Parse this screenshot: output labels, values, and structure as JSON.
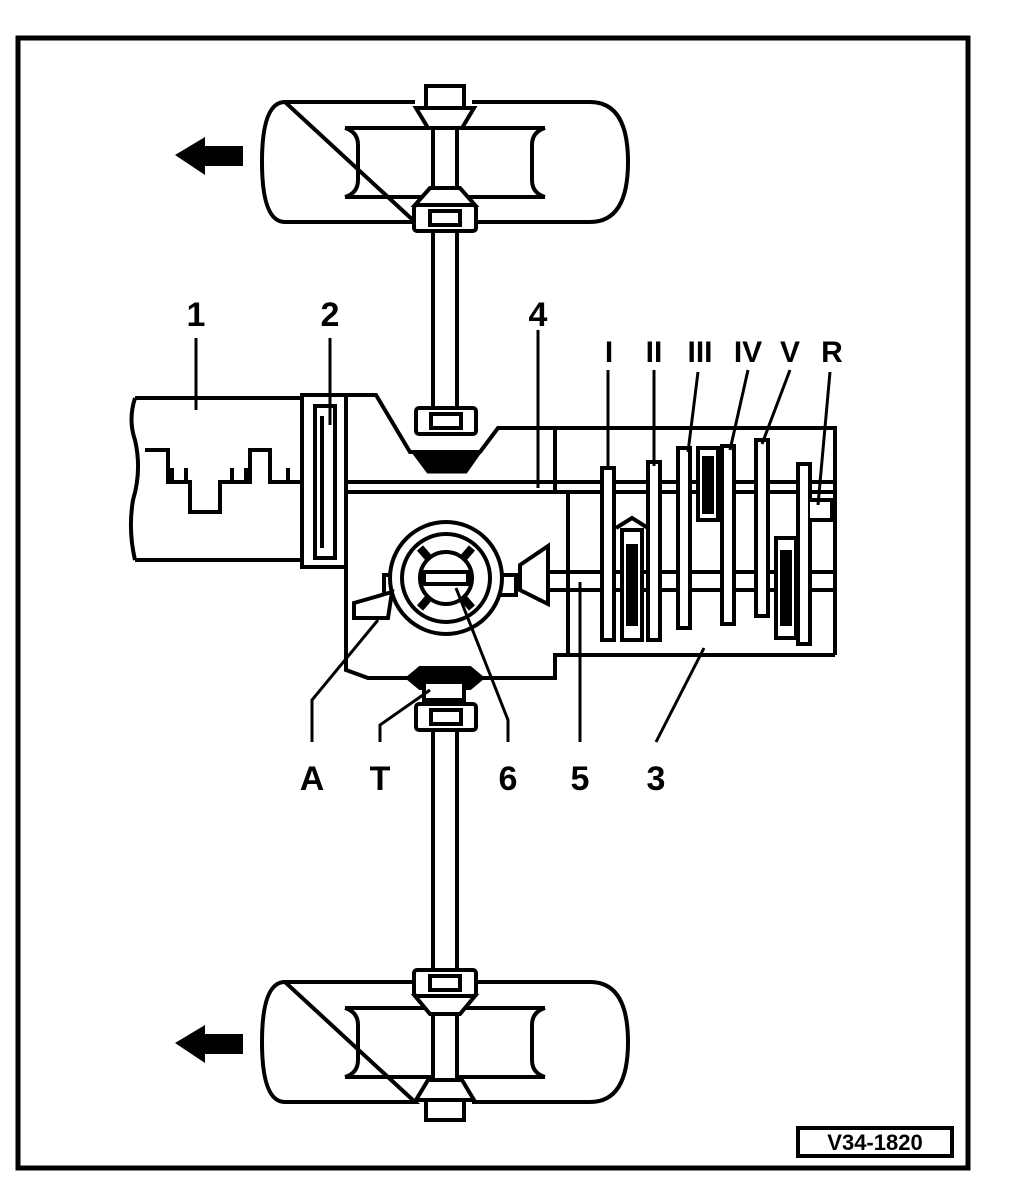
{
  "diagram": {
    "reference_code": "V34-1820",
    "callouts": {
      "engine": "1",
      "clutch": "2",
      "gearbox": "3",
      "input_shaft": "4",
      "output_shaft": "5",
      "differential": "6",
      "a": "A",
      "t": "T"
    },
    "gear_labels": [
      "I",
      "II",
      "III",
      "IV",
      "V",
      "R"
    ],
    "direction_arrows": [
      "arrow-left-icon",
      "arrow-left-icon"
    ],
    "colors": {
      "line": "#000000",
      "background": "#ffffff"
    }
  }
}
